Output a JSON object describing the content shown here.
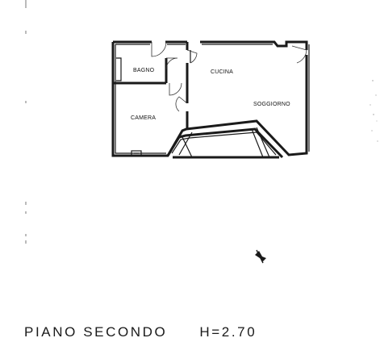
{
  "drawing": {
    "rooms": {
      "bathroom": "BAGNO",
      "kitchen": "CUCINA",
      "living": "SOGGIORNO",
      "bedroom": "CAMERA"
    },
    "caption": {
      "floor": "PIANO SECONDO",
      "height": "H=2.70"
    }
  }
}
